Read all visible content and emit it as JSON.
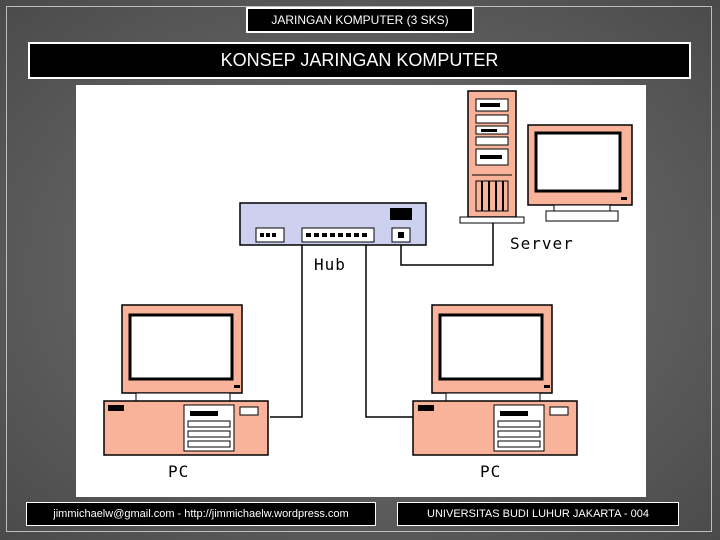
{
  "header": {
    "course": "JARINGAN KOMPUTER (3 SKS)",
    "title": "KONSEP JARINGAN KOMPUTER"
  },
  "diagram": {
    "labels": {
      "hub": "Hub",
      "server": "Server",
      "pc_left": "PC",
      "pc_right": "PC"
    },
    "colors": {
      "device": "#f9b39a",
      "hub": "#cdd0ee",
      "outline": "#000000",
      "cable": "#000000"
    }
  },
  "footer": {
    "contact": "jimmichaelw@gmail.com - http://jimmichaelw.wordpress.com",
    "institution": "UNIVERSITAS BUDI LUHUR JAKARTA - 004"
  }
}
